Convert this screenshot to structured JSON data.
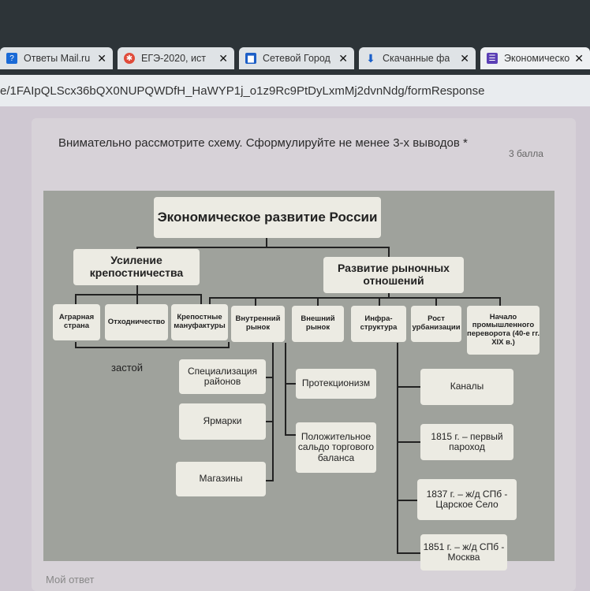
{
  "tabs": [
    {
      "label": "Ответы Mail.ru",
      "icon": "mailru-icon"
    },
    {
      "label": "ЕГЭ-2020, ист",
      "icon": "ege-icon"
    },
    {
      "label": "Сетевой Город",
      "icon": "city-icon"
    },
    {
      "label": "Скачанные фа",
      "icon": "download-icon"
    },
    {
      "label": "Экономическо",
      "icon": "forms-icon"
    }
  ],
  "url": "e/1FAIpQLScx36bQX0NUPQWDfH_HaWYP1j_o1z9Rc9PtDyLxmMj2dvnNdg/formResponse",
  "question": {
    "text": "Внимательно рассмотрите схему. Сформулируйте не менее 3-х выводов *",
    "points": "3 балла",
    "answer_placeholder": "Мой ответ"
  },
  "diagram": {
    "title": "Экономическое развитие России",
    "left_branch": "Усиление крепостничества",
    "right_branch": "Развитие рыночных отношений",
    "left_items": [
      "Аграрная страна",
      "Отходничество",
      "Крепостные мануфактуры"
    ],
    "right_items": [
      "Внутренний рынок",
      "Внешний рынок",
      "Инфра- структура",
      "Рост урбанизации",
      "Начало промышленного переворота (40-е гг. XIX в.)"
    ],
    "stagnation": "застой",
    "internal_market": [
      "Специализация районов",
      "Ярмарки",
      "Магазины"
    ],
    "external_market": [
      "Протекционизм",
      "Положительное сальдо торгового баланса"
    ],
    "infrastructure": [
      "Каналы",
      "1815 г. – первый пароход",
      "1837 г. – ж/д СПб - Царское Село",
      "1851 г. – ж/д СПб - Москва"
    ]
  },
  "colors": {
    "box": "#ecebe3",
    "diagram_bg": "#9fa29c",
    "tabbar": "#2d3438"
  }
}
